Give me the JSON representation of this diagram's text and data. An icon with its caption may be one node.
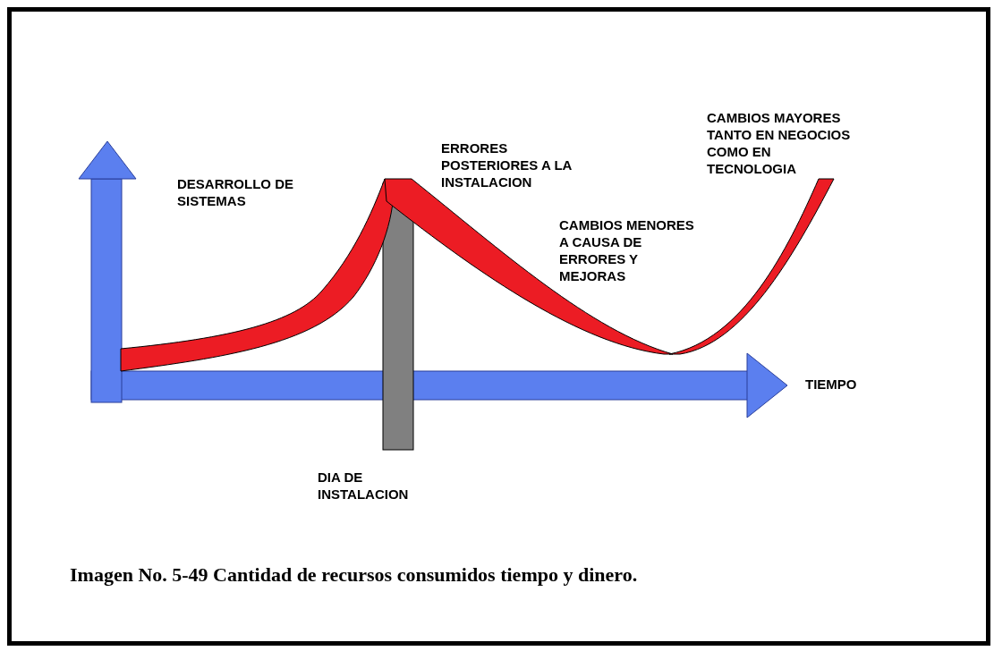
{
  "diagram": {
    "caption": "Imagen No. 5-49 Cantidad de recursos consumidos tiempo y dinero.",
    "labels": [
      "DESARROLLO DE SISTEMAS",
      "ERRORES POSTERIORES A LA INSTALACION",
      "CAMBIOS MAYORES TANTO EN NEGOCIOS COMO EN TECNOLOGIA",
      "CAMBIOS MENORES A CAUSA DE ERRORES Y MEJORAS",
      "TIEMPO",
      "DIA DE INSTALACION"
    ]
  }
}
